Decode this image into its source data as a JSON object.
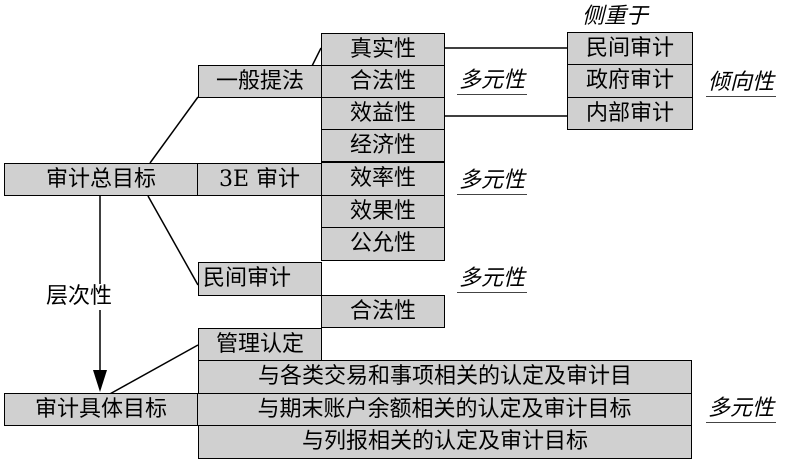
{
  "general_targets": {
    "total_goal": "审计总目标",
    "general_method": "一般提法",
    "three_e": "3E 审计",
    "private_audit": "民间审计",
    "items_general": [
      "真实性",
      "合法性",
      "效益性"
    ],
    "items_3e": [
      "经济性",
      "效率性",
      "效果性",
      "公允性"
    ],
    "item_private": "合法性"
  },
  "audit_types": [
    "民间审计",
    "政府审计",
    "内部审计"
  ],
  "specific_targets": {
    "specific_goal": "审计具体目标",
    "management_assertion": "管理认定",
    "items": [
      "与各类交易和事项相关的认定及审计目",
      "与期末账户余额相关的认定及审计目标",
      "与列报相关的认定及审计目标"
    ]
  },
  "notes": {
    "emphasis": "侧重于",
    "tendency": "倾向性",
    "diversity": "多元性",
    "hierarchy": "层次性"
  }
}
